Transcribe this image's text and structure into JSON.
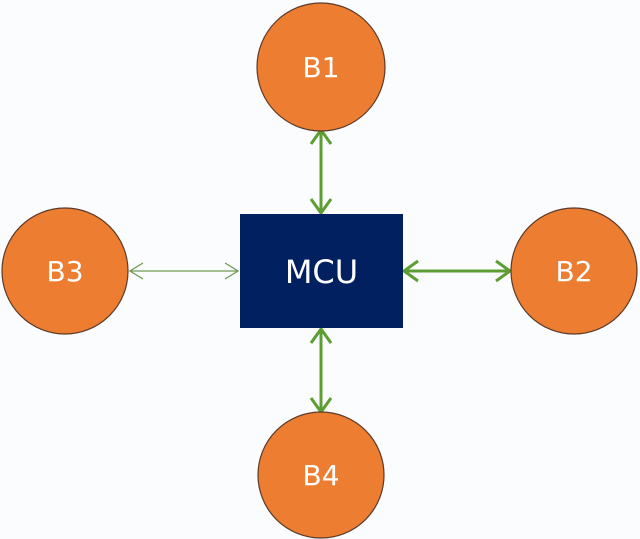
{
  "diagram": {
    "center": {
      "id": "mcu",
      "label": "MCU",
      "fill": "#002060"
    },
    "nodes": [
      {
        "id": "b1",
        "label": "B1",
        "position": "top"
      },
      {
        "id": "b2",
        "label": "B2",
        "position": "right"
      },
      {
        "id": "b3",
        "label": "B3",
        "position": "left"
      },
      {
        "id": "b4",
        "label": "B4",
        "position": "bottom"
      }
    ],
    "edges": [
      {
        "from": "mcu",
        "to": "b1",
        "bidirectional": true,
        "style": "thick"
      },
      {
        "from": "mcu",
        "to": "b2",
        "bidirectional": true,
        "style": "thick"
      },
      {
        "from": "mcu",
        "to": "b3",
        "bidirectional": true,
        "style": "thin"
      },
      {
        "from": "mcu",
        "to": "b4",
        "bidirectional": true,
        "style": "thick"
      }
    ],
    "colors": {
      "node_fill": "#ed7d31",
      "node_stroke": "#5a3a2a",
      "arrow": "#5c9e31",
      "arrow_thin": "#6f9a55",
      "mcu_fill": "#002060"
    }
  }
}
